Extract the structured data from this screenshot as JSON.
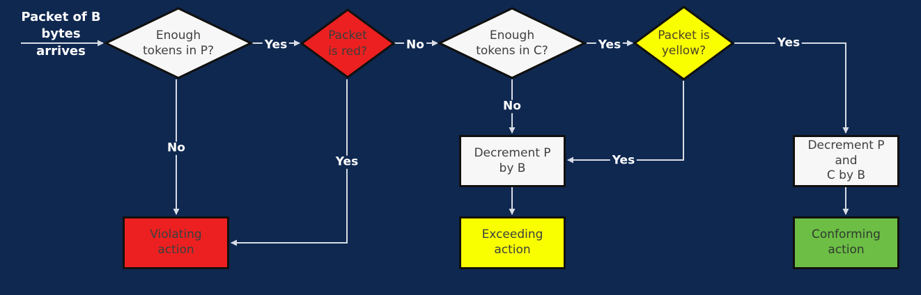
{
  "diagram": {
    "title": "Two-rate three-color policer decision flowchart",
    "background_color": "#0f2850",
    "edge_color": "#d8dde6",
    "entry_text": "Packet of B bytes\narrives"
  },
  "nodes": {
    "enough_tokens_p": {
      "label": "Enough\ntokens in P?",
      "shape": "diamond",
      "fill": "#f7f7f7"
    },
    "packet_is_red": {
      "label": "Packet\nis red?",
      "shape": "diamond",
      "fill": "#ec2020"
    },
    "enough_tokens_c": {
      "label": "Enough\ntokens in C?",
      "shape": "diamond",
      "fill": "#f7f7f7"
    },
    "packet_is_yellow": {
      "label": "Packet is\nyellow?",
      "shape": "diamond",
      "fill": "#faff00"
    },
    "violating_action": {
      "label": "Violating\naction",
      "shape": "rect",
      "fill": "#ec2020"
    },
    "decrement_p_by_b": {
      "label": "Decrement P\nby B",
      "shape": "rect",
      "fill": "#f7f7f7"
    },
    "exceeding_action": {
      "label": "Exceeding\naction",
      "shape": "rect",
      "fill": "#faff00"
    },
    "decrement_p_and_c_by_b": {
      "label": "Decrement P and\nC by B",
      "shape": "rect",
      "fill": "#f7f7f7"
    },
    "conforming_action": {
      "label": "Conforming\naction",
      "shape": "rect",
      "fill": "#6cbe45"
    }
  },
  "edge_labels": {
    "p_yes": "Yes",
    "p_no": "No",
    "red_no": "No",
    "red_yes": "Yes",
    "c_yes": "Yes",
    "c_no": "No",
    "yellow_yes_right": "Yes",
    "yellow_no_left": "Yes"
  },
  "edges": [
    {
      "from": "entry",
      "to": "enough_tokens_p",
      "label": ""
    },
    {
      "from": "enough_tokens_p",
      "to": "packet_is_red",
      "label": "Yes"
    },
    {
      "from": "enough_tokens_p",
      "to": "violating_action",
      "label": "No"
    },
    {
      "from": "packet_is_red",
      "to": "enough_tokens_c",
      "label": "No"
    },
    {
      "from": "packet_is_red",
      "to": "violating_action",
      "label": "Yes"
    },
    {
      "from": "enough_tokens_c",
      "to": "packet_is_yellow",
      "label": "Yes"
    },
    {
      "from": "enough_tokens_c",
      "to": "decrement_p_by_b",
      "label": "No"
    },
    {
      "from": "packet_is_yellow",
      "to": "decrement_p_by_b",
      "label": "Yes"
    },
    {
      "from": "packet_is_yellow",
      "to": "decrement_p_and_c_by_b",
      "label": "Yes"
    },
    {
      "from": "decrement_p_by_b",
      "to": "exceeding_action",
      "label": ""
    },
    {
      "from": "decrement_p_and_c_by_b",
      "to": "conforming_action",
      "label": ""
    }
  ]
}
